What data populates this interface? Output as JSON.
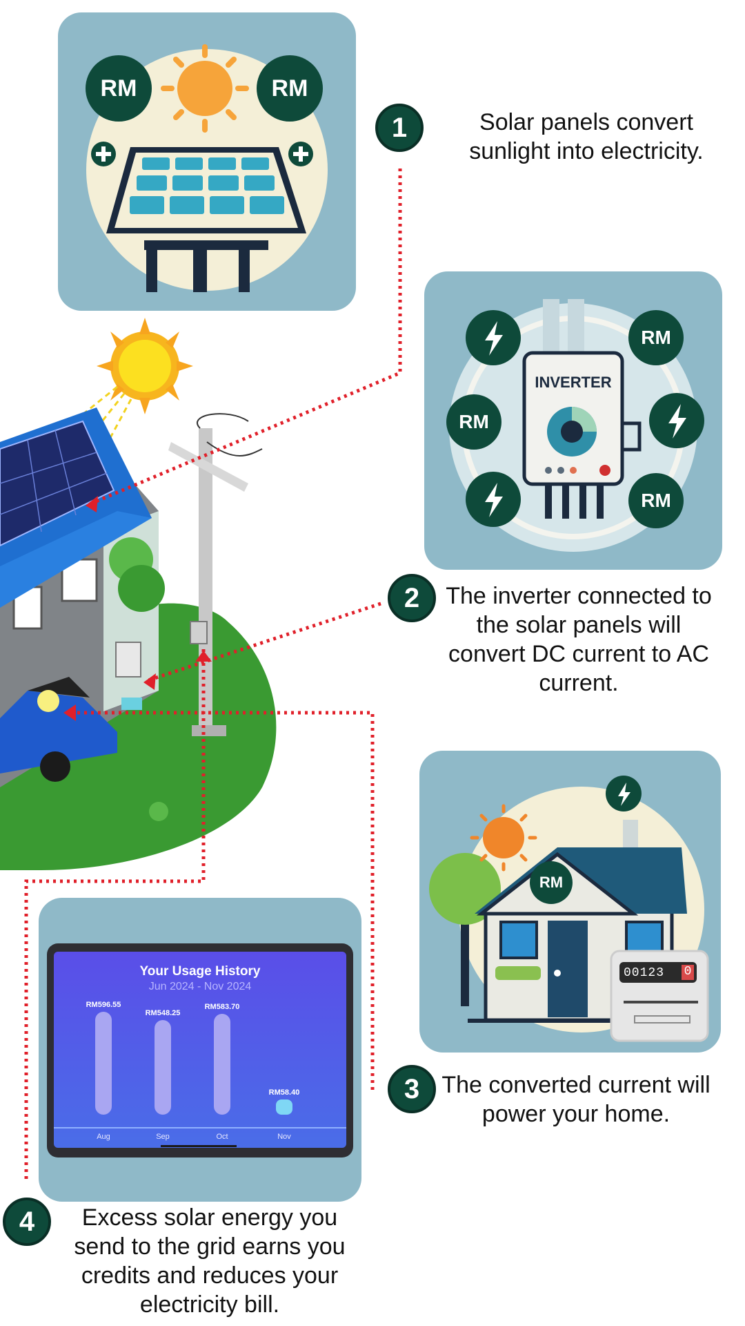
{
  "steps": [
    {
      "number": "1",
      "text": "Solar panels convert sunlight into electricity."
    },
    {
      "number": "2",
      "text": "The inverter connected to the solar panels will convert DC current to AC current."
    },
    {
      "number": "3",
      "text": "The converted current will power your home."
    },
    {
      "number": "4",
      "text": "Excess solar energy you send to the grid earns you credits and reduces your electricity bill."
    }
  ],
  "card1": {
    "rm_left": "RM",
    "rm_right": "RM"
  },
  "card2": {
    "inverter_label": "INVERTER",
    "rm": "RM"
  },
  "card3": {
    "rm": "RM",
    "meter_reading": "00123",
    "meter_last": "0"
  },
  "usage_app": {
    "title": "Your Usage History",
    "subtitle": "Jun 2024 - Nov 2024",
    "chart_data": {
      "type": "bar",
      "categories": [
        "Aug",
        "Sep",
        "Oct",
        "Nov"
      ],
      "values": [
        596.55,
        548.25,
        583.7,
        58.4
      ],
      "value_labels": [
        "RM596.55",
        "RM548.25",
        "RM583.70",
        "RM58.40"
      ]
    }
  },
  "colors": {
    "badge": "#0e4a3a",
    "card": "#8fb9c8",
    "path": "#e0202a",
    "grass": "#3a9a32",
    "roof": "#1f6fd0",
    "phone": "#4f55e8"
  }
}
